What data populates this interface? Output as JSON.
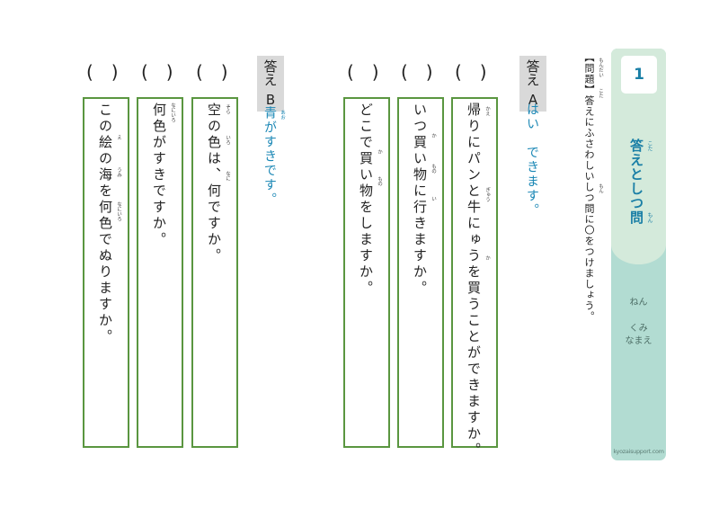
{
  "sidebar": {
    "number": "1",
    "title": "答えとしつ問",
    "title_ruby": {
      "kotae": "こた",
      "mon": "もん"
    },
    "fields": [
      "ねん",
      "くみ",
      "なまえ"
    ],
    "site": "kyozaisupport.com",
    "colors": {
      "top": "#d4eadb",
      "bottom": "#b2dcd2",
      "accent": "#1a7fa6"
    }
  },
  "instruction": {
    "text": "【問題】答えにふさわしいしつ問に〇をつけましょう。",
    "ruby": {
      "mondai": "もんだい",
      "kotae": "こた",
      "mon": "もん"
    }
  },
  "section_a": {
    "header_kanji": "答え",
    "header_letter": "A",
    "answer": "はい　できます。",
    "parens": [
      "(　)",
      "(　)",
      "(　)"
    ],
    "questions": [
      {
        "text": "帰りにパンと牛にゅうを買うことができますか。",
        "ruby": [
          "かえ",
          "ぎゅう",
          "か"
        ]
      },
      {
        "text": "いつ買い物に行きますか。",
        "ruby": [
          "か",
          "もの",
          "い"
        ]
      },
      {
        "text": "どこで買い物をしますか。",
        "ruby": [
          "か",
          "もの"
        ]
      }
    ]
  },
  "section_b": {
    "header_kanji": "答え",
    "header_letter": "B",
    "answer": "青がすきです。",
    "answer_ruby": "あお",
    "parens": [
      "(　)",
      "(　)",
      "(　)"
    ],
    "questions": [
      {
        "text": "空の色は、何ですか。",
        "ruby": [
          "そら",
          "いろ",
          "なに"
        ]
      },
      {
        "text": "何色がすきですか。",
        "ruby": [
          "なにいろ"
        ]
      },
      {
        "text": "この絵の海を何色でぬりますか。",
        "ruby": [
          "え",
          "うみ",
          "なにいろ"
        ]
      }
    ]
  },
  "colors": {
    "box_border": "#5a9640",
    "answer_text": "#1a87b5",
    "header_bg": "#d9d9d9"
  }
}
